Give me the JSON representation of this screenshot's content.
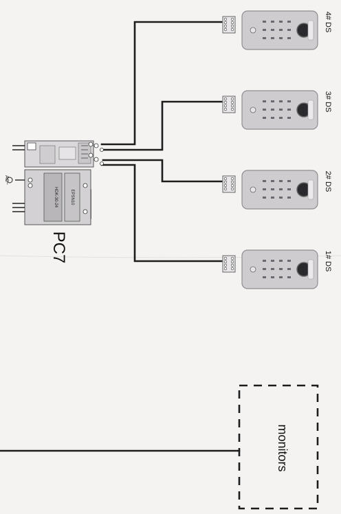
{
  "diagram": {
    "controller_label": "PC7",
    "monitors_label": "monitors",
    "ac_label": "AC~",
    "module_labels": {
      "upper": "HDK-30-24",
      "lower": "EPSN10"
    },
    "door_stations": [
      {
        "label": "4# DS"
      },
      {
        "label": "3# DS"
      },
      {
        "label": "2# DS"
      },
      {
        "label": "1# DS"
      }
    ],
    "colors": {
      "wire": "#1c1c1c",
      "station_body": "#cfcccf",
      "station_border": "#8f8c91",
      "paper": "#f4f3f1",
      "module_fill": "#dad8da"
    }
  }
}
